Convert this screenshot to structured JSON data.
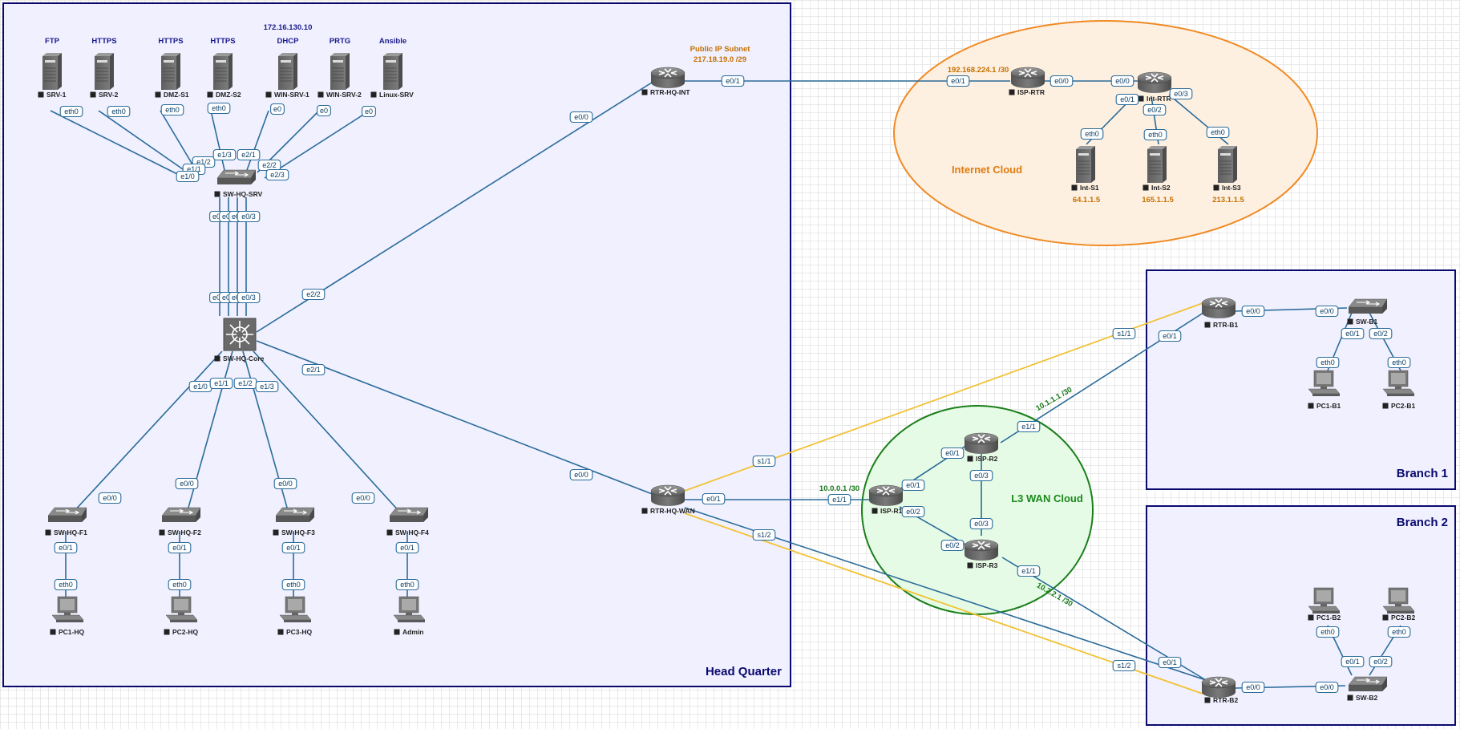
{
  "zones": {
    "hq": "Head Quarter",
    "branch1": "Branch 1",
    "branch2": "Branch 2",
    "internet": "Internet Cloud",
    "wan": "L3 WAN Cloud"
  },
  "annotations": {
    "dhcp_ip": "172.16.130.10",
    "public_subnet_title": "Public IP Subnet",
    "public_subnet": "217.18.19.0 /29",
    "isp_rtr_ip": "192.168.224.1 /30",
    "isp_r1_ip": "10.0.0.1 /30",
    "isp_r2_ip": "10.1.1.1 /30",
    "isp_r3_ip": "10.2.2.1 /30"
  },
  "services": [
    "FTP",
    "HTTPS",
    "HTTPS",
    "HTTPS",
    "DHCP",
    "PRTG",
    "Ansible"
  ],
  "nodes": {
    "srv1": "SRV-1",
    "srv2": "SRV-2",
    "dmzs1": "DMZ-S1",
    "dmzs2": "DMZ-S2",
    "winsrv1": "WIN-SRV-1",
    "winsrv2": "WIN-SRV-2",
    "linuxsrv": "Linux-SRV",
    "swsrv": "SW-HQ-SRV",
    "core": "SW-HQ-Core",
    "swf1": "SW-HQ-F1",
    "swf2": "SW-HQ-F2",
    "swf3": "SW-HQ-F3",
    "swf4": "SW-HQ-F4",
    "pc1hq": "PC1-HQ",
    "pc2hq": "PC2-HQ",
    "pc3hq": "PC3-HQ",
    "admin": "Admin",
    "rtrint": "RTR-HQ-INT",
    "rtrwan": "RTR-HQ-WAN",
    "isprtr": "ISP-RTR",
    "intrtr": "Int-RTR",
    "ints1": "Int-S1",
    "ints2": "Int-S2",
    "ints3": "Int-S3",
    "ints1_ip": "64.1.1.5",
    "ints2_ip": "165.1.1.5",
    "ints3_ip": "213.1.1.5",
    "ispr1": "ISP-R1",
    "ispr2": "ISP-R2",
    "ispr3": "ISP-R3",
    "rtrb1": "RTR-B1",
    "swb1": "SW-B1",
    "pc1b1": "PC1-B1",
    "pc2b1": "PC2-B1",
    "rtrb2": "RTR-B2",
    "swb2": "SW-B2",
    "pc1b2": "PC1-B2",
    "pc2b2": "PC2-B2"
  },
  "interfaces": {
    "srv_nic": "eth0",
    "win_nic": "e0",
    "e1_0": "e1/0",
    "e1_1": "e1/1",
    "e1_2": "e1/2",
    "e1_3": "e1/3",
    "e2_1": "e2/1",
    "e2_2": "e2/2",
    "e2_3": "e2/3",
    "e0_0": "e0/0",
    "e0_1": "e0/1",
    "e0_2": "e0/2",
    "e0_3": "e0/3",
    "e0_trunc": "e0",
    "s1_1": "s1/1",
    "s1_2": "s1/2"
  },
  "link_colors": {
    "ethernet": "#2a6b99",
    "serial": "#f2c233"
  },
  "zone_colors": {
    "hq_border": "#0a0a6e",
    "internet": "#f08a24",
    "wan": "#1a7f1a"
  }
}
